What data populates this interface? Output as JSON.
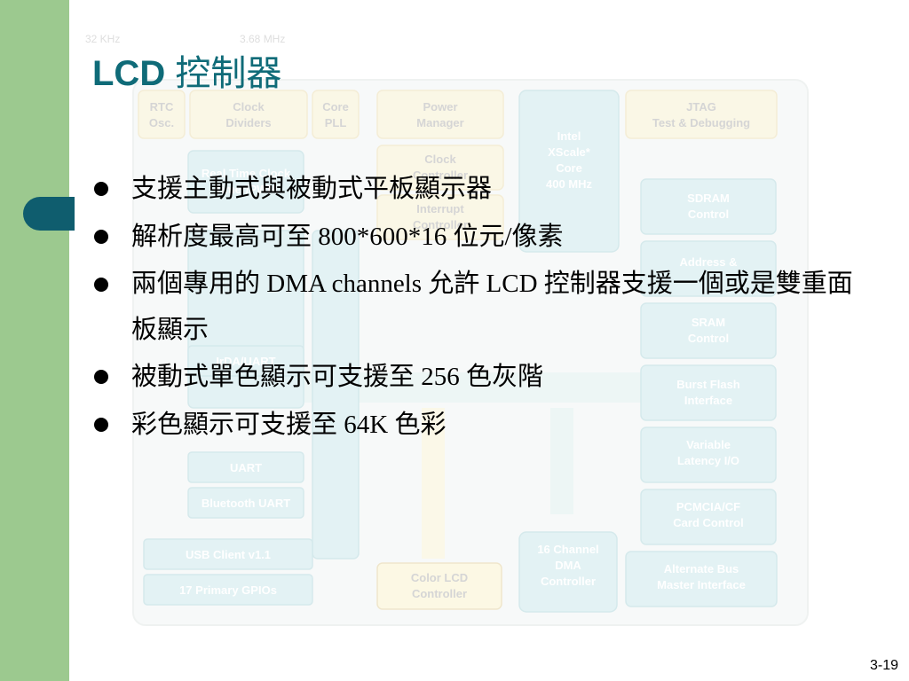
{
  "slide": {
    "title_latin": "LCD ",
    "title_cjk": "控制器",
    "page_number": "3-19"
  },
  "bullets": [
    "支援主動式與被動式平板顯示器",
    "解析度最高可至 800*600*16 位元/像素",
    "兩個專用的 DMA channels 允許 LCD 控制器支援一個或是雙重面板顯示",
    "被動式單色顯示可支援至 256 色灰階",
    "彩色顯示可支援至 64K 色彩"
  ],
  "diagram": {
    "labels": {
      "clk32": "32 KHz",
      "clk368": "3.68 MHz",
      "rtc1": "RTC",
      "rtc2": "Osc.",
      "clockdiv1": "Clock",
      "clockdiv2": "Dividers",
      "pll1": "Core",
      "pll2": "PLL",
      "power1": "Power",
      "power2": "Manager",
      "core1": "Intel",
      "core2": "XScale*",
      "core3": "Core",
      "core4": "400 MHz",
      "jtag1": "JTAG",
      "jtag2": "Test & Debugging",
      "rtclock1": "Real Time Clock",
      "rtclock2": "Timer/PWM",
      "clkctrl1": "Clock",
      "clkctrl2": "Controller",
      "intctrl1": "Interrupt",
      "intctrl2": "Controller",
      "sdram1": "SDRAM",
      "sdram2": "Control",
      "addr": "Address &",
      "sram1": "SRAM",
      "sram2": "Control",
      "irda": "IrDA/UART",
      "flash1": "Burst Flash",
      "flash2": "Interface",
      "var1": "Variable",
      "var2": "Latency I/O",
      "uart": "UART",
      "bt": "Bluetooth UART",
      "pcmcia1": "PCMCIA/CF",
      "pcmcia2": "Card Control",
      "usb": "USB Client v1.1",
      "gpio": "17 Primary GPIOs",
      "dma1": "16 Channel",
      "dma2": "DMA",
      "dma3": "Controller",
      "lcd1": "Color LCD",
      "lcd2": "Controller",
      "altbus1": "Alternate Bus",
      "altbus2": "Master Interface"
    }
  }
}
